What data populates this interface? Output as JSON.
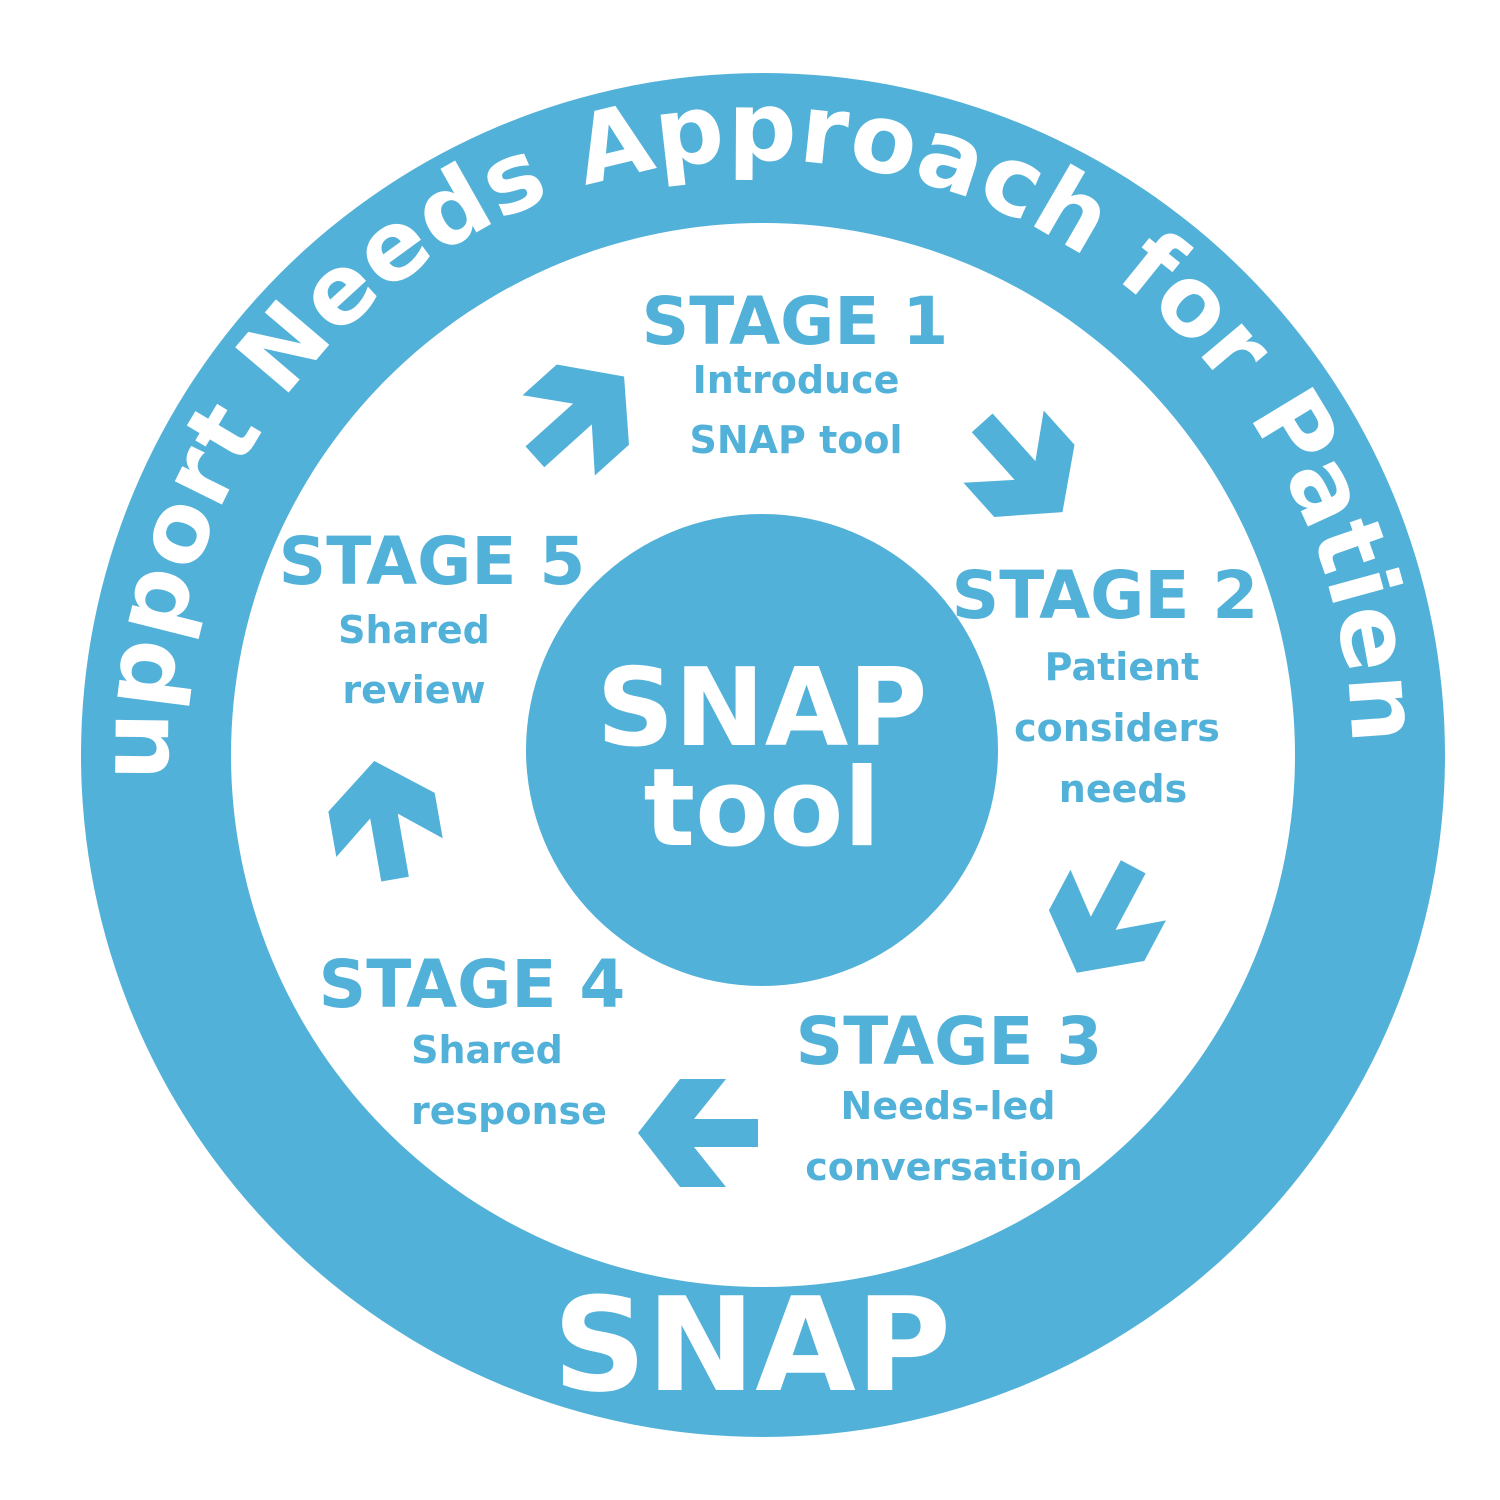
{
  "colors": {
    "brand": "#52b1d8",
    "background": "#ffffff"
  },
  "ring": {
    "arc_title": "Support Needs Approach for Patients",
    "bottom_label": "SNAP"
  },
  "center": {
    "line1": "SNAP",
    "line2": "tool"
  },
  "stages": [
    {
      "title": "STAGE 1",
      "description_lines": [
        "Introduce",
        "SNAP tool"
      ]
    },
    {
      "title": "STAGE 2",
      "description_lines": [
        "Patient",
        "considers",
        "needs"
      ]
    },
    {
      "title": "STAGE 3",
      "description_lines": [
        "Needs-led",
        "conversation"
      ]
    },
    {
      "title": "STAGE 4",
      "description_lines": [
        "Shared",
        "response"
      ]
    },
    {
      "title": "STAGE 5",
      "description_lines": [
        "Shared",
        "review"
      ]
    }
  ],
  "arrows": [
    {
      "name": "arrow-stage5-to-stage1-icon"
    },
    {
      "name": "arrow-stage1-to-stage2-icon"
    },
    {
      "name": "arrow-stage2-to-stage3-icon"
    },
    {
      "name": "arrow-stage3-to-stage4-icon"
    },
    {
      "name": "arrow-stage4-to-stage5-icon"
    }
  ]
}
